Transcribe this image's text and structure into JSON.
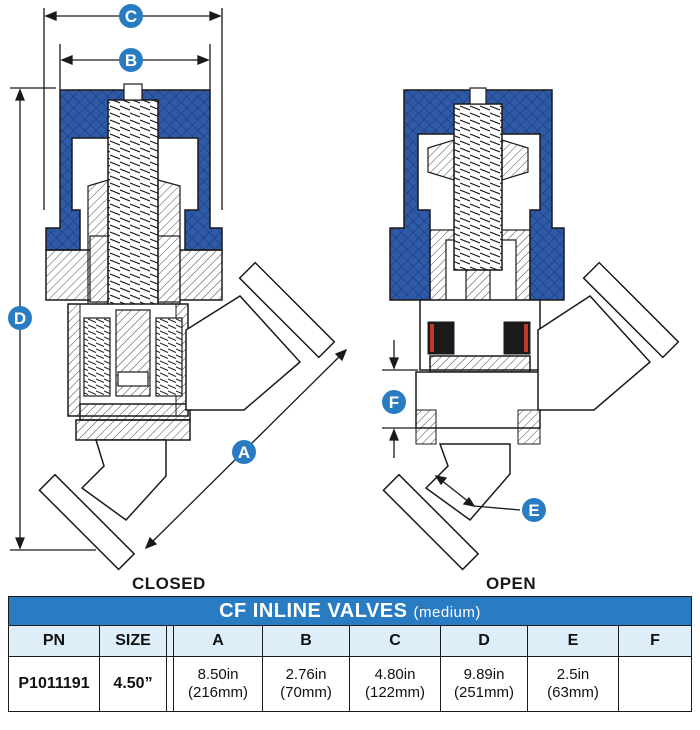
{
  "callouts": {
    "a": "A",
    "b": "B",
    "c": "C",
    "d": "D",
    "e": "E",
    "f": "F"
  },
  "views": {
    "closed": "CLOSED",
    "open": "OPEN"
  },
  "table": {
    "title": "CF INLINE VALVES",
    "subtitle": "(medium)",
    "headers": {
      "pn": "PN",
      "size": "SIZE",
      "a": "A",
      "b": "B",
      "c": "C",
      "d": "D",
      "e": "E",
      "f": "F"
    },
    "rows": [
      {
        "pn": "P1011191",
        "size": "4.50”",
        "a_in": "8.50in",
        "a_mm": "(216mm)",
        "b_in": "2.76in",
        "b_mm": "(70mm)",
        "c_in": "4.80in",
        "c_mm": "(122mm)",
        "d_in": "9.89in",
        "d_mm": "(251mm)",
        "e_in": "2.5in",
        "e_mm": "(63mm)",
        "f": ""
      }
    ]
  },
  "colors": {
    "accent": "#2a7cc2",
    "actuator": "#2e5aa8",
    "outline": "#1a1a1a",
    "header_fill": "#ddeef9"
  }
}
